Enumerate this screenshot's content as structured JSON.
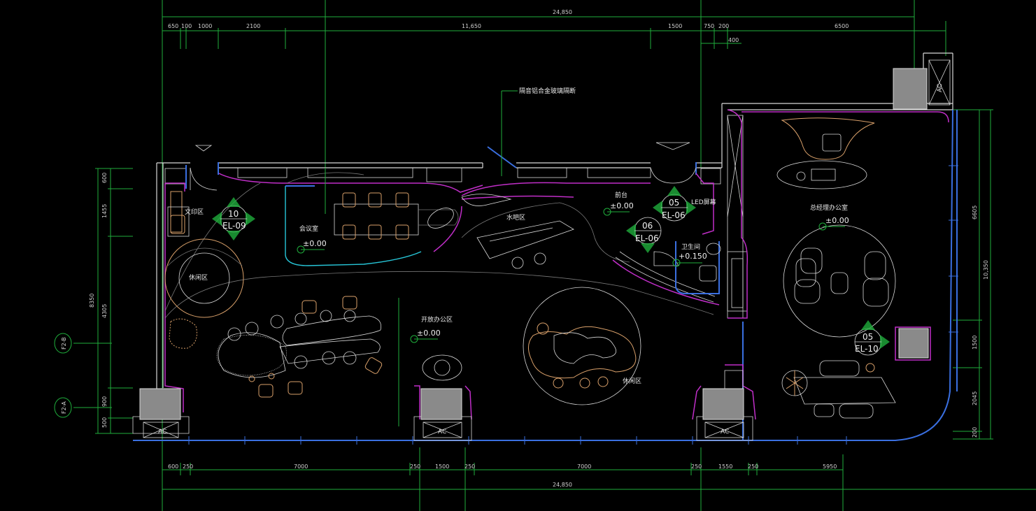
{
  "dimensions": {
    "top_total": "24,850",
    "top_segments": [
      "650",
      "100",
      "1000",
      "2100",
      "11,650",
      "1500",
      "750",
      "200",
      "6500"
    ],
    "top_sub": "400",
    "bottom_total": "24,850",
    "bottom_segments": [
      "600",
      "250",
      "7000",
      "250",
      "1500",
      "250",
      "7000",
      "250",
      "1550",
      "250",
      "5950"
    ],
    "left_total": "8350",
    "left_segments": [
      "600",
      "1455",
      "4305",
      "900",
      "500"
    ],
    "right_total": "10,350",
    "right_segments": [
      "6605",
      "1500",
      "2045",
      "200"
    ]
  },
  "axes": {
    "upper": "F2-B",
    "lower": "F2-A"
  },
  "rooms": {
    "entrance": "文印区",
    "meeting": "会议室",
    "water_bar": "水吧区",
    "front_desk": "前台",
    "led": "LED屏幕",
    "toilet": "卫生间",
    "manager": "总经理办公室",
    "relax": "休闲区",
    "office": "开放办公区",
    "lounge": "休闲区"
  },
  "levels": {
    "meeting": "±0.00",
    "front_desk": "±0.00",
    "toilet": "+0.150",
    "manager": "±0.00",
    "office": "±0.00"
  },
  "annotation": "隔音铝合金玻璃隔断",
  "elevation_tags": [
    {
      "num": "10",
      "ref": "EL-09"
    },
    {
      "num": "05",
      "ref": "EL-06"
    },
    {
      "num": "06",
      "ref": "EL-06"
    },
    {
      "num": "05",
      "ref": "EL-10"
    }
  ],
  "ac_label": "AC",
  "colors": {
    "grid": "#1fae3c",
    "wall": "#d8d8d8",
    "partition": "#c02ec8",
    "glass": "#3a6fe0",
    "furniture": "#d9a06a"
  }
}
